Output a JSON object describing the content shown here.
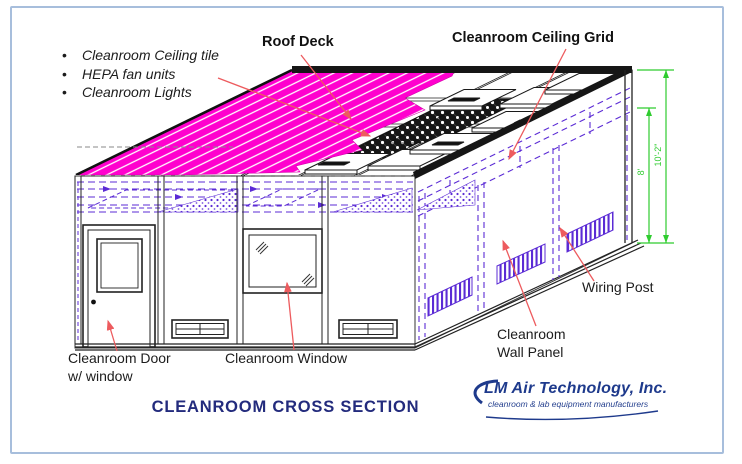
{
  "legend": {
    "items": [
      "Cleanroom Ceiling tile",
      "HEPA fan units",
      "Cleanroom Lights"
    ]
  },
  "labels": {
    "roof_deck": "Roof Deck",
    "ceiling_grid": "Cleanroom Ceiling Grid",
    "door_line1": "Cleanroom Door",
    "door_line2": "w/ window",
    "window": "Cleanroom Window",
    "wall_panel_line1": "Cleanroom",
    "wall_panel_line2": "Wall Panel",
    "wiring_post": "Wiring Post"
  },
  "dimensions": {
    "overall_height": "10'-2\"",
    "interior_height": "8'"
  },
  "title": "CLEANROOM CROSS SECTION",
  "logo": {
    "company": "LM Air Technology, Inc.",
    "tagline": "cleanroom & lab equipment manufacturers"
  },
  "colors": {
    "roof_deck_magenta": "#ff00ce",
    "hidden_line_purple": "#5b2bd5",
    "dimension_green": "#2fcc2f",
    "leader_red": "#ed5b5e",
    "title_navy": "#232b7d",
    "logo_blue": "#1e3a8c",
    "frame_blue": "#a7bedc"
  }
}
